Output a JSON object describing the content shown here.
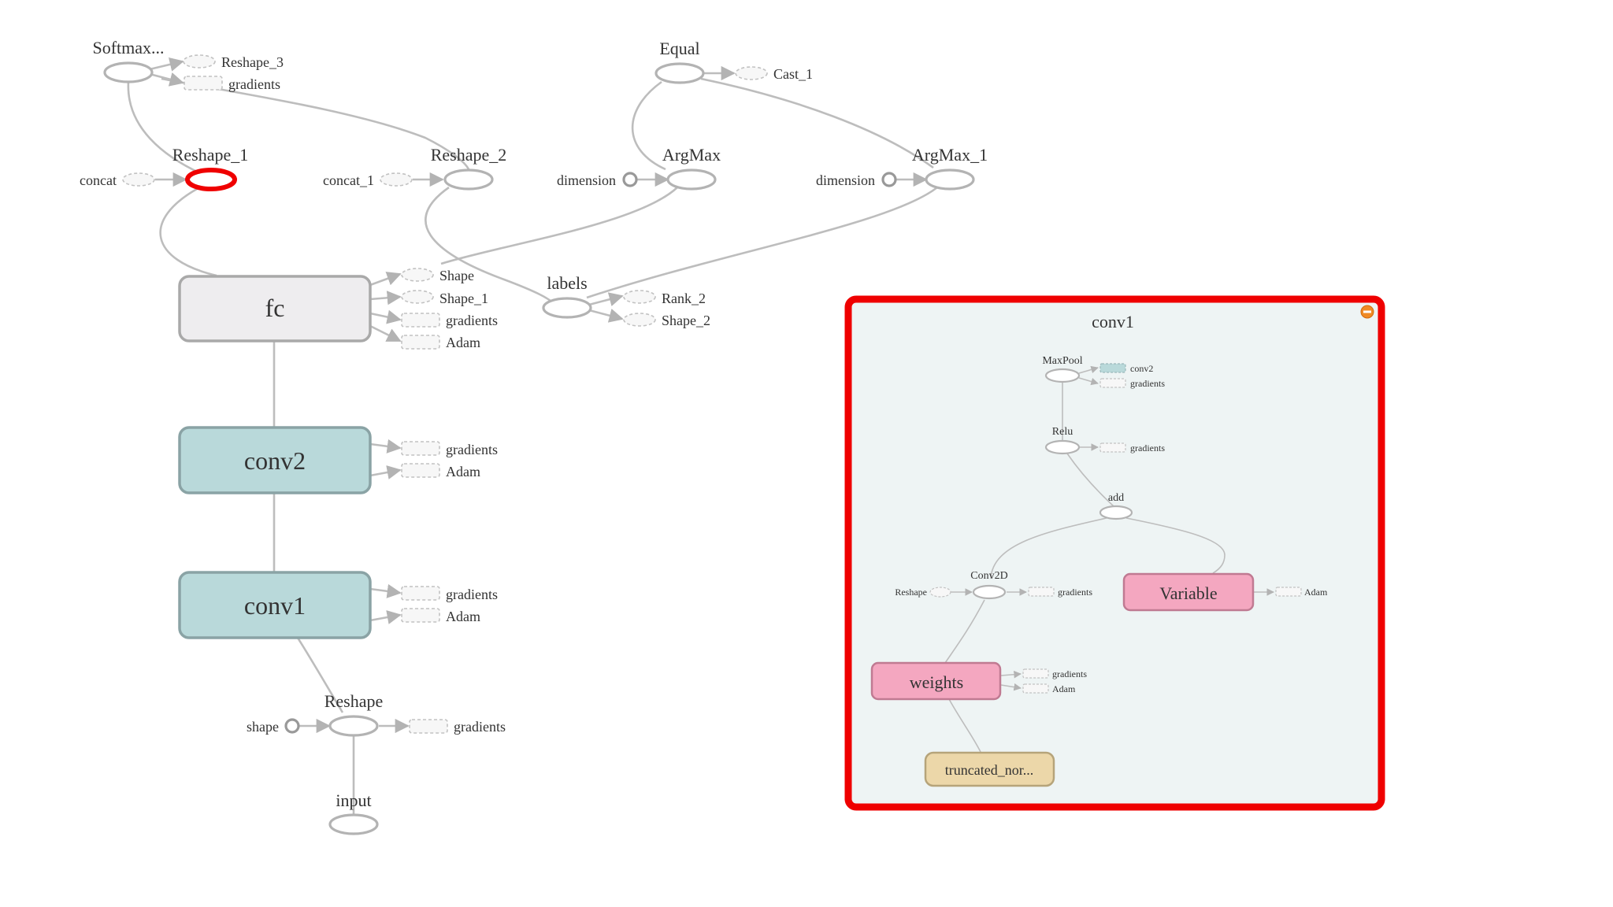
{
  "colors": {
    "edge": "#bdbdbd",
    "node_stroke": "#b3b3b3",
    "group_gray": "#eeedef",
    "group_teal": "#b9d9da",
    "group_pink": "#f4a7c0",
    "group_tan": "#ecd7a9",
    "selection_red": "#ef0000",
    "panel_bg": "#eef4f4",
    "expanded_aux": "#b9d9da"
  },
  "main_graph": {
    "nodes": {
      "softmax": "Softmax...",
      "reshape_3": "Reshape_3",
      "gradients_top": "gradients",
      "equal": "Equal",
      "cast_1": "Cast_1",
      "reshape_1": "Reshape_1",
      "concat": "concat",
      "reshape_2": "Reshape_2",
      "concat_1": "concat_1",
      "argmax": "ArgMax",
      "dimension_a": "dimension",
      "argmax_1": "ArgMax_1",
      "dimension_b": "dimension",
      "fc": "fc",
      "fc_aux": [
        "Shape",
        "Shape_1",
        "gradients",
        "Adam"
      ],
      "labels": "labels",
      "labels_aux": [
        "Rank_2",
        "Shape_2"
      ],
      "conv2": "conv2",
      "conv2_aux": [
        "gradients",
        "Adam"
      ],
      "conv1": "conv1",
      "conv1_aux": [
        "gradients",
        "Adam"
      ],
      "reshape": "Reshape",
      "shape": "shape",
      "reshape_gradients": "gradients",
      "input": "input"
    }
  },
  "expanded_panel": {
    "title": "conv1",
    "collapse_icon": "minus-circle-icon",
    "nodes": {
      "maxpool": "MaxPool",
      "maxpool_aux": [
        "conv2",
        "gradients"
      ],
      "relu": "Relu",
      "relu_aux": "gradients",
      "add": "add",
      "conv2d": "Conv2D",
      "reshape_in": "Reshape",
      "conv2d_aux": "gradients",
      "variable": "Variable",
      "variable_aux": "Adam",
      "weights": "weights",
      "weights_aux": [
        "gradients",
        "Adam"
      ],
      "truncated": "truncated_nor..."
    }
  }
}
